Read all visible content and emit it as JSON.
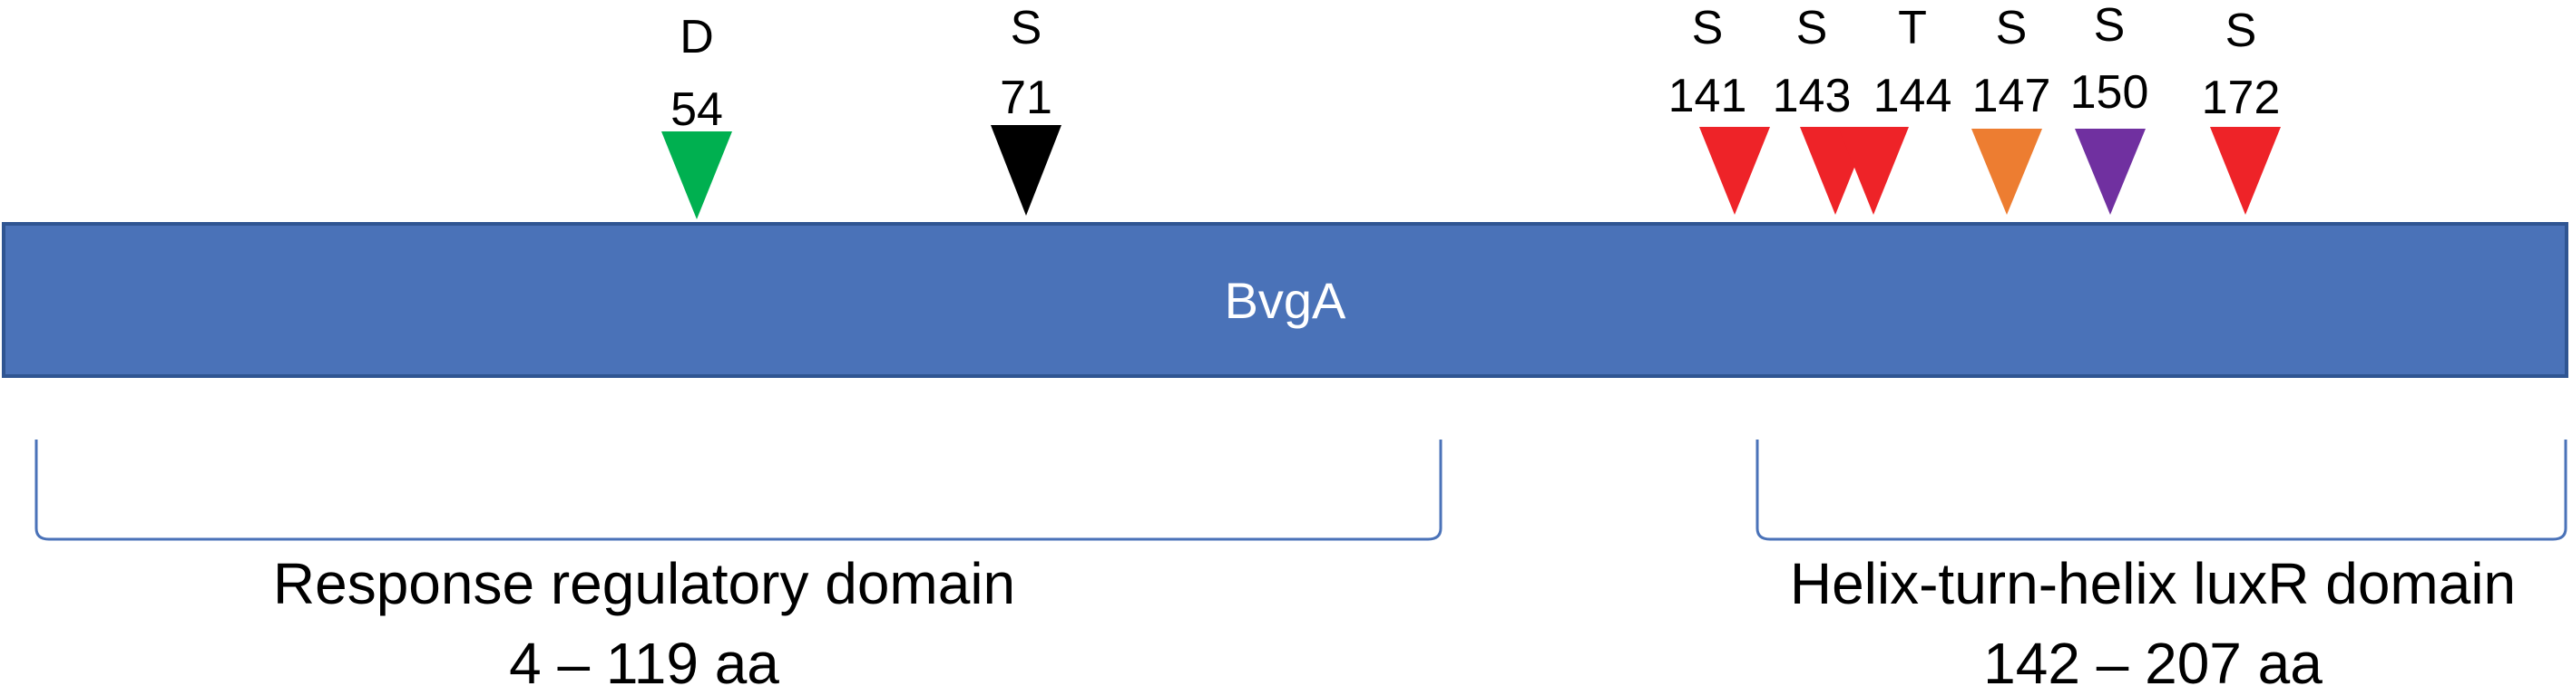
{
  "protein": {
    "name": "BvgA"
  },
  "sites": [
    {
      "residue": "D",
      "position": "54",
      "color": "#00b050"
    },
    {
      "residue": "S",
      "position": "71",
      "color": "#000000"
    },
    {
      "residue": "S",
      "position": "141",
      "color": "#ee2328"
    },
    {
      "residue": "S",
      "position": "143",
      "color": "#ee2328"
    },
    {
      "residue": "T",
      "position": "144",
      "color": "#ee2328"
    },
    {
      "residue": "S",
      "position": "147",
      "color": "#ed7d31"
    },
    {
      "residue": "S",
      "position": "150",
      "color": "#7030a0"
    },
    {
      "residue": "S",
      "position": "172",
      "color": "#ee2328"
    }
  ],
  "domains": [
    {
      "name": "Response regulatory domain",
      "range": "4 – 119 aa"
    },
    {
      "name": "Helix-turn-helix luxR domain",
      "range": "142 – 207 aa"
    }
  ],
  "colors": {
    "bar_fill": "#4a72b8",
    "bar_border": "#2f5592",
    "bracket": "#4a72b8"
  }
}
